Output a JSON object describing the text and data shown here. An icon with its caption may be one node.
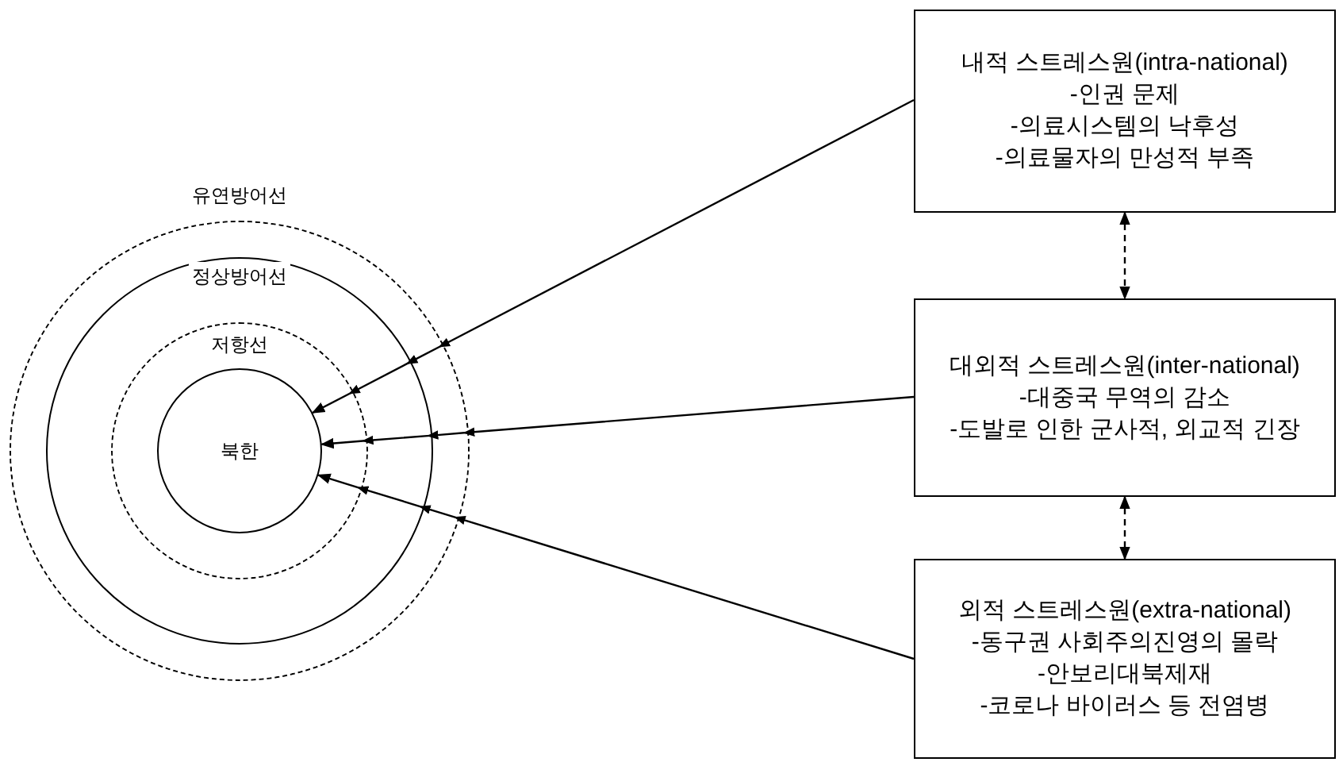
{
  "diagram": {
    "nodes": [
      {
        "text": [
          "유연방어선"
        ]
      },
      {
        "text": [
          "정상방어선"
        ],
        "in": 0
      },
      {
        "text": [
          "저항선"
        ],
        "in": 1
      },
      {
        "text": [
          "북한"
        ],
        "in": 2
      },
      {
        "text": [
          "내적 스트레스원(intra-national)",
          "-인권 문제",
          "-의료시스템의 낙후성",
          "-의료물자의 만성적 부족"
        ]
      },
      {
        "text": [
          "대외적 스트레스원(inter-national)",
          "-대중국 무역의 감소",
          "-도발로 인한 군사적, 외교적 긴장"
        ]
      },
      {
        "text": [
          "외적 스트레스원(extra-national)",
          "-동구권 사회주의진영의 몰락",
          "-안보리대북제재",
          "-코로나 바이러스 등 전염병"
        ]
      }
    ],
    "edges": [
      {
        "from": 4,
        "to": 3,
        "arrow": "to"
      },
      {
        "from": 5,
        "to": 3,
        "arrow": "to"
      },
      {
        "from": 6,
        "to": 3,
        "arrow": "to"
      },
      {
        "from": 4,
        "to": 5,
        "arrow": "both",
        "style": "dashed"
      },
      {
        "from": 5,
        "to": 6,
        "arrow": "both",
        "style": "dashed"
      }
    ]
  }
}
